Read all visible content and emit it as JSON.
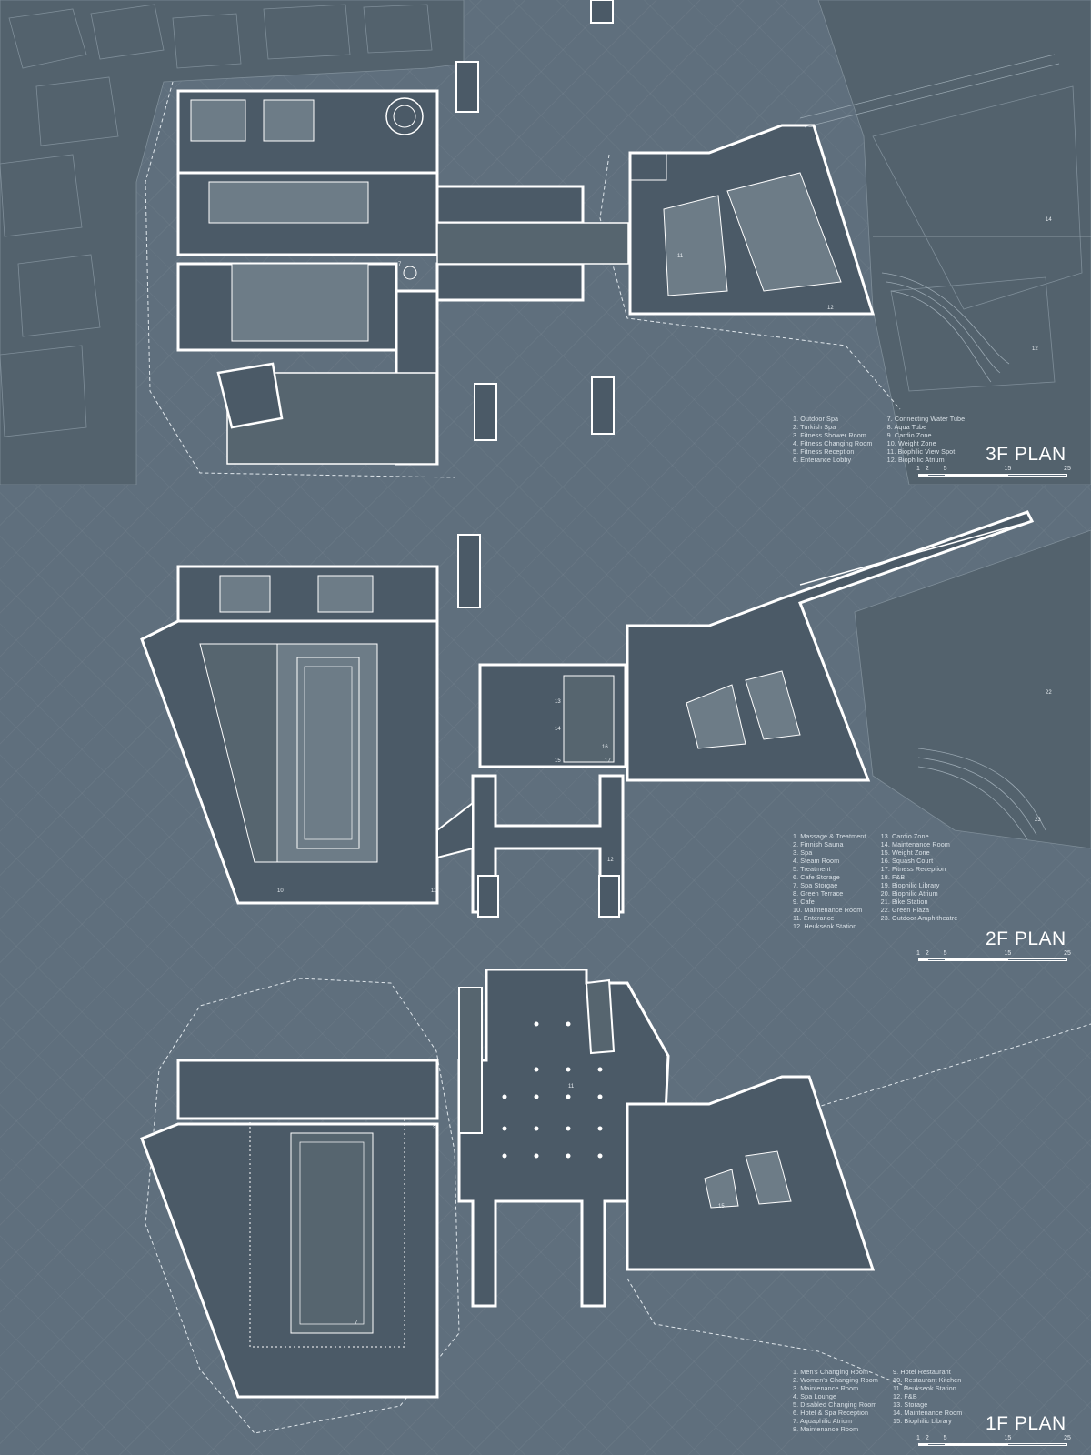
{
  "colors": {
    "background": "#5f6f7d",
    "building_fill": "#4b5a67",
    "wall": "#ffffff",
    "context": "#56656f"
  },
  "plans": [
    {
      "id": "3f",
      "title": "3F PLAN",
      "legend_columns": [
        [
          "1. Outdoor Spa",
          "2. Turkish Spa",
          "3. Fitness Shower Room",
          "4. Fitness Changing Room",
          "5. Fitness Reception",
          "6. Enterance Lobby"
        ],
        [
          "7. Connecting Water Tube",
          "8. Aqua Tube",
          "9. Cardio Zone",
          "10. Weight Zone",
          "11. Biophilic View Spot",
          "12. Biophilic Atrium"
        ]
      ],
      "scale_ticks": [
        "1",
        "2",
        "5",
        "15",
        "25"
      ]
    },
    {
      "id": "2f",
      "title": "2F PLAN",
      "legend_columns": [
        [
          "1. Massage & Treatment",
          "2. Finnish Sauna",
          "3. Spa",
          "4. Steam Room",
          "5. Treatment",
          "6. Cafe Storage",
          "7. Spa Storgae",
          "8. Green Terrace",
          "9. Cafe",
          "10. Maintenance Room",
          "11. Enterance",
          "12. Heukseok Station"
        ],
        [
          "13. Cardio Zone",
          "14. Maintenance Room",
          "15. Weight Zone",
          "16. Squash Court",
          "17. Fitness Reception",
          "18. F&B",
          "19. Biophilic Library",
          "20. Biophilic Atrium",
          "21. Bike Station",
          "22. Green Plaza",
          "23. Outdoor Amphitheatre"
        ]
      ],
      "scale_ticks": [
        "1",
        "2",
        "5",
        "15",
        "25"
      ]
    },
    {
      "id": "1f",
      "title": "1F PLAN",
      "legend_columns": [
        [
          "1. Men's Changing Room",
          "2. Women's Changing Room",
          "3. Maintenance Room",
          "4. Spa Lounge",
          "5. Disabled Changing Room",
          "6. Hotel & Spa Reception",
          "7. Aquaphilic Atrium",
          "8. Maintenance Room"
        ],
        [
          "9. Hotel Restaurant",
          "10. Restaurant Kitchen",
          "11. Heukseok Station",
          "12. F&B",
          "13. Storage",
          "14. Maintenance Room",
          "15. Biophilic Library"
        ]
      ],
      "scale_ticks": [
        "1",
        "2",
        "5",
        "15",
        "25"
      ]
    }
  ],
  "room_numbers": {
    "3f": [
      "7",
      "11",
      "12",
      "12",
      "14"
    ],
    "2f": [
      "10",
      "11",
      "12",
      "13",
      "14",
      "15",
      "16",
      "17",
      "22",
      "23"
    ],
    "1f": [
      "11",
      "3",
      "7",
      "15"
    ]
  }
}
